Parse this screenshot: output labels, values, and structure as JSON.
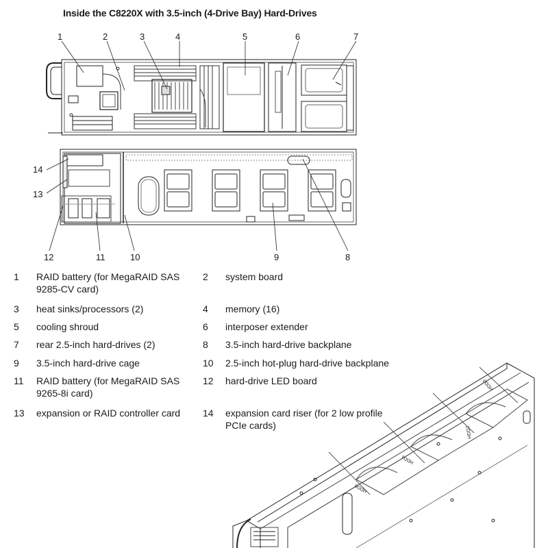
{
  "title": "Inside the C8220X with 3.5-inch (4-Drive Bay) Hard-Drives",
  "callouts": {
    "c1": "1",
    "c2": "2",
    "c3": "3",
    "c4": "4",
    "c5": "5",
    "c6": "6",
    "c7": "7",
    "c8": "8",
    "c9": "9",
    "c10": "10",
    "c11": "11",
    "c12": "12",
    "c13": "13",
    "c14": "14"
  },
  "legend": [
    {
      "num": "1",
      "text": "RAID battery (for MegaRAID SAS 9285-CV card)"
    },
    {
      "num": "2",
      "text": "system board"
    },
    {
      "num": "3",
      "text": "heat sinks/processors (2)"
    },
    {
      "num": "4",
      "text": "memory (16)"
    },
    {
      "num": "5",
      "text": "cooling shroud"
    },
    {
      "num": "6",
      "text": "interposer extender"
    },
    {
      "num": "7",
      "text": "rear 2.5-inch hard-drives (2)"
    },
    {
      "num": "8",
      "text": "3.5-inch hard-drive backplane"
    },
    {
      "num": "9",
      "text": "3.5-inch hard-drive cage"
    },
    {
      "num": "10",
      "text": "2.5-inch hot-plug hard-drive backplane"
    },
    {
      "num": "11",
      "text": "RAID battery (for MegaRAID SAS 9265-8i card)"
    },
    {
      "num": "12",
      "text": "hard-drive LED board"
    },
    {
      "num": "13",
      "text": "expansion or RAID controller card"
    },
    {
      "num": "14",
      "text": "expansion card riser (for 2 low profile PCIe cards)"
    }
  ],
  "drive_labels": [
    "HDD0",
    "HDD1",
    "HDD2",
    "HDD3"
  ]
}
